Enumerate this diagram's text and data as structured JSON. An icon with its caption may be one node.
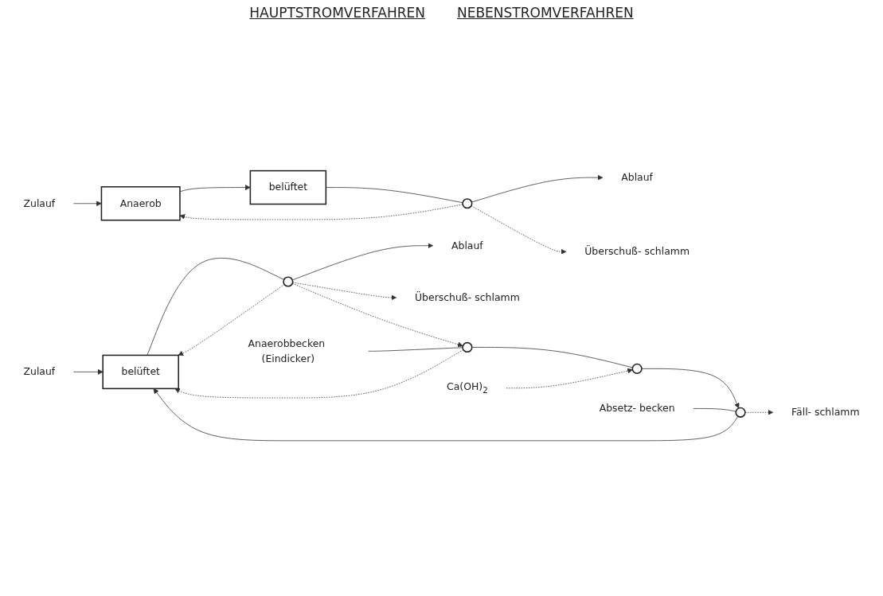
{
  "diagram": {
    "nodes": [
      {
        "text": [
          "Zulauf"
        ]
      },
      {
        "text": [
          "Anaerob"
        ]
      },
      {
        "text": [
          "belüftet"
        ]
      },
      {
        "text": [],
        "shape": "circle"
      },
      {
        "text": [
          "Ablauf"
        ]
      },
      {
        "text": [
          "Überschuß- schlamm"
        ]
      },
      {
        "text": [
          "Zulauf"
        ]
      },
      {
        "text": [
          "belüftet"
        ]
      },
      {
        "text": [],
        "shape": "circle"
      },
      {
        "text": [
          "Ablauf"
        ]
      },
      {
        "text": [
          "Überschuß- schlamm"
        ]
      },
      {
        "text": [],
        "shape": "circle"
      },
      {
        "text": [],
        "shape": "circle"
      },
      {
        "text": [],
        "shape": "circle"
      },
      {
        "text": [
          "Fäll- schlamm"
        ]
      },
      {
        "text": [
          "Absetz- becken"
        ]
      },
      {
        "text": [
          "Anaerobbecken (Eindicker)"
        ]
      },
      {
        "text": [
          "Ca(OH)$_{2}$"
        ]
      }
    ],
    "edges": [
      {
        "from": 0,
        "to": 1,
        "arrow": "to"
      },
      {
        "from": 1,
        "to": 2,
        "arrow": "to"
      },
      {
        "from": 2,
        "to": 3,
        "arrow": "none"
      },
      {
        "from": 3,
        "to": 4,
        "arrow": "to"
      },
      {
        "from": 3,
        "to": 5,
        "arrow": "to",
        "style": "dashed"
      },
      {
        "from": 3,
        "to": 1,
        "arrow": "to",
        "style": "dashed"
      },
      {
        "from": 6,
        "to": 7,
        "arrow": "to"
      },
      {
        "from": 7,
        "to": 8,
        "arrow": "none"
      },
      {
        "from": 8,
        "to": 9,
        "arrow": "to"
      },
      {
        "from": 8,
        "to": 10,
        "arrow": "to",
        "style": "dashed"
      },
      {
        "from": 8,
        "to": 7,
        "arrow": "to",
        "style": "dashed"
      },
      {
        "from": 8,
        "to": 11,
        "arrow": "to",
        "style": "dashed"
      },
      {
        "from": 11,
        "to": 7,
        "arrow": "to",
        "style": "dashed"
      },
      {
        "from": 11,
        "to": 12,
        "arrow": "none"
      },
      {
        "from": 12,
        "to": 13,
        "arrow": "to"
      },
      {
        "from": 13,
        "to": 7,
        "arrow": "to"
      },
      {
        "from": 13,
        "to": 14,
        "arrow": "to",
        "style": "dashed"
      },
      {
        "from": 15,
        "to": 13,
        "arrow": "none"
      },
      {
        "from": 16,
        "to": 11,
        "arrow": "none"
      },
      {
        "from": 17,
        "to": 12,
        "arrow": "to",
        "style": "dashed"
      }
    ],
    "labels": [
      "HAUPTSTROMVERFAHREN",
      "NEBENSTROMVERFAHREN"
    ]
  }
}
